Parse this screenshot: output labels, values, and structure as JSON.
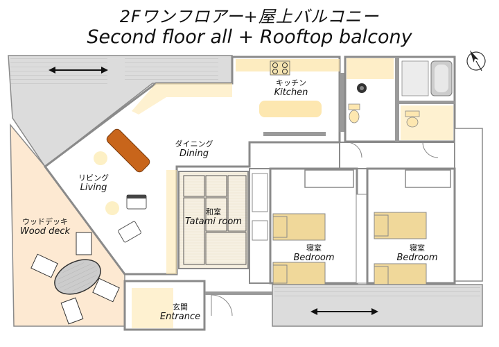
{
  "title": {
    "japanese": "2Fワンフロアー+屋上バルコニー",
    "english": "Second floor all + Rooftop balcony"
  },
  "rooms": {
    "kitchen": {
      "jp": "キッチン",
      "en": "Kitchen"
    },
    "dining": {
      "jp": "ダイニング",
      "en": "Dining"
    },
    "living": {
      "jp": "リビング",
      "en": "Living"
    },
    "wood_deck": {
      "jp": "ウッドデッキ",
      "en": "Wood deck"
    },
    "tatami": {
      "jp": "和室",
      "en": "Tatami room"
    },
    "bedroom1": {
      "jp": "寝室",
      "en": "Bedroom"
    },
    "bedroom2": {
      "jp": "寝室",
      "en": "Bedroom"
    },
    "entrance": {
      "jp": "玄関",
      "en": "Entrance"
    }
  },
  "icons": [
    "north-arrow-icon",
    "double-arrow-icon",
    "sofa-icon",
    "dining-table-icon",
    "bed-icon",
    "bathtub-icon",
    "toilet-icon",
    "stove-icon"
  ],
  "colors": {
    "wall": "#8a8a8a",
    "floor": "#ffffff",
    "deck": "#fde9d2",
    "tatami": "#f8f2e4",
    "accent": "#fde7b0",
    "sofa": "#c8651b",
    "balcony": "#dcdcdc"
  }
}
